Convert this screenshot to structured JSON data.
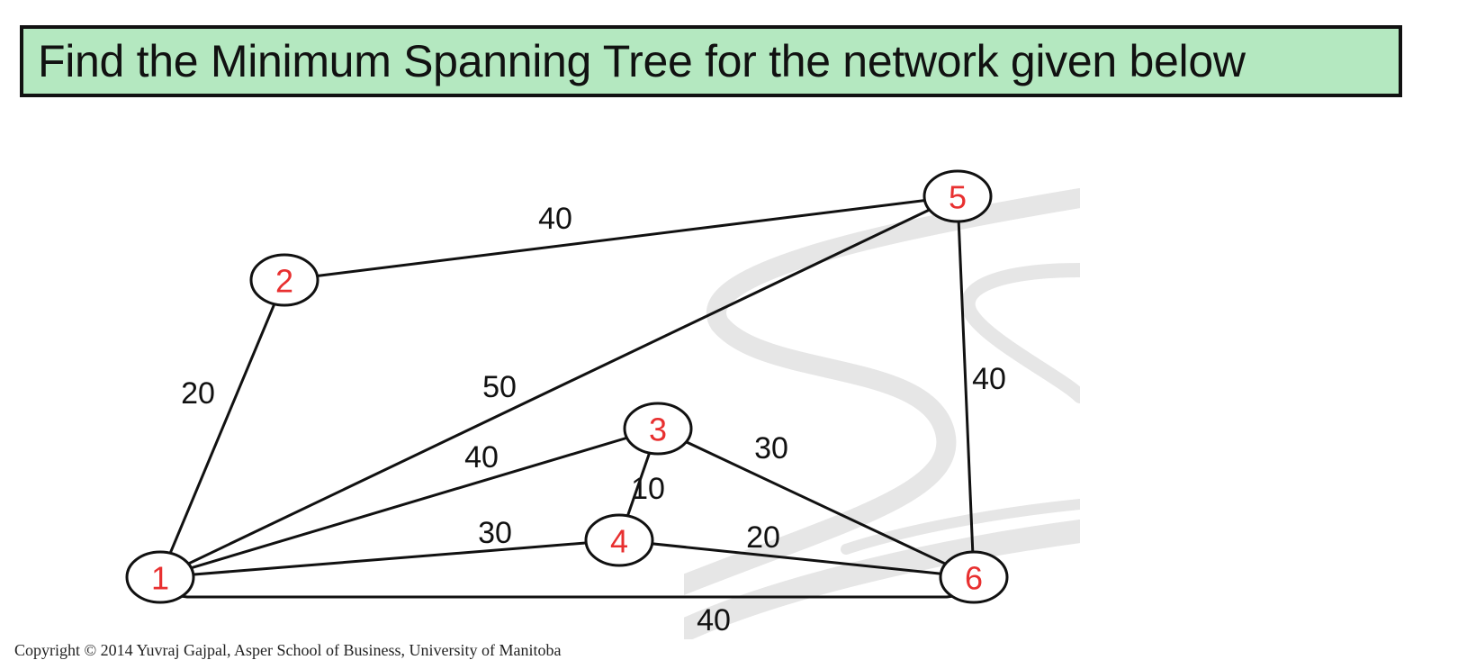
{
  "title": "Find the Minimum Spanning Tree for the network given below",
  "copyright": "Copyright © 2014 Yuvraj Gajpal, Asper School of Business, University of Manitoba",
  "colors": {
    "title_background": "#b4e8c0",
    "node_label": "#e83030",
    "stroke": "#111111"
  },
  "graph": {
    "nodes": [
      {
        "id": "1",
        "label": "1"
      },
      {
        "id": "2",
        "label": "2"
      },
      {
        "id": "3",
        "label": "3"
      },
      {
        "id": "4",
        "label": "4"
      },
      {
        "id": "5",
        "label": "5"
      },
      {
        "id": "6",
        "label": "6"
      }
    ],
    "edges": [
      {
        "from": "1",
        "to": "2",
        "weight": "20"
      },
      {
        "from": "2",
        "to": "5",
        "weight": "40"
      },
      {
        "from": "1",
        "to": "5",
        "weight": "50"
      },
      {
        "from": "5",
        "to": "6",
        "weight": "40"
      },
      {
        "from": "1",
        "to": "3",
        "weight": "40"
      },
      {
        "from": "3",
        "to": "4",
        "weight": "10"
      },
      {
        "from": "3",
        "to": "6",
        "weight": "30"
      },
      {
        "from": "1",
        "to": "4",
        "weight": "30"
      },
      {
        "from": "4",
        "to": "6",
        "weight": "20"
      },
      {
        "from": "1",
        "to": "6",
        "weight": "40"
      }
    ]
  }
}
